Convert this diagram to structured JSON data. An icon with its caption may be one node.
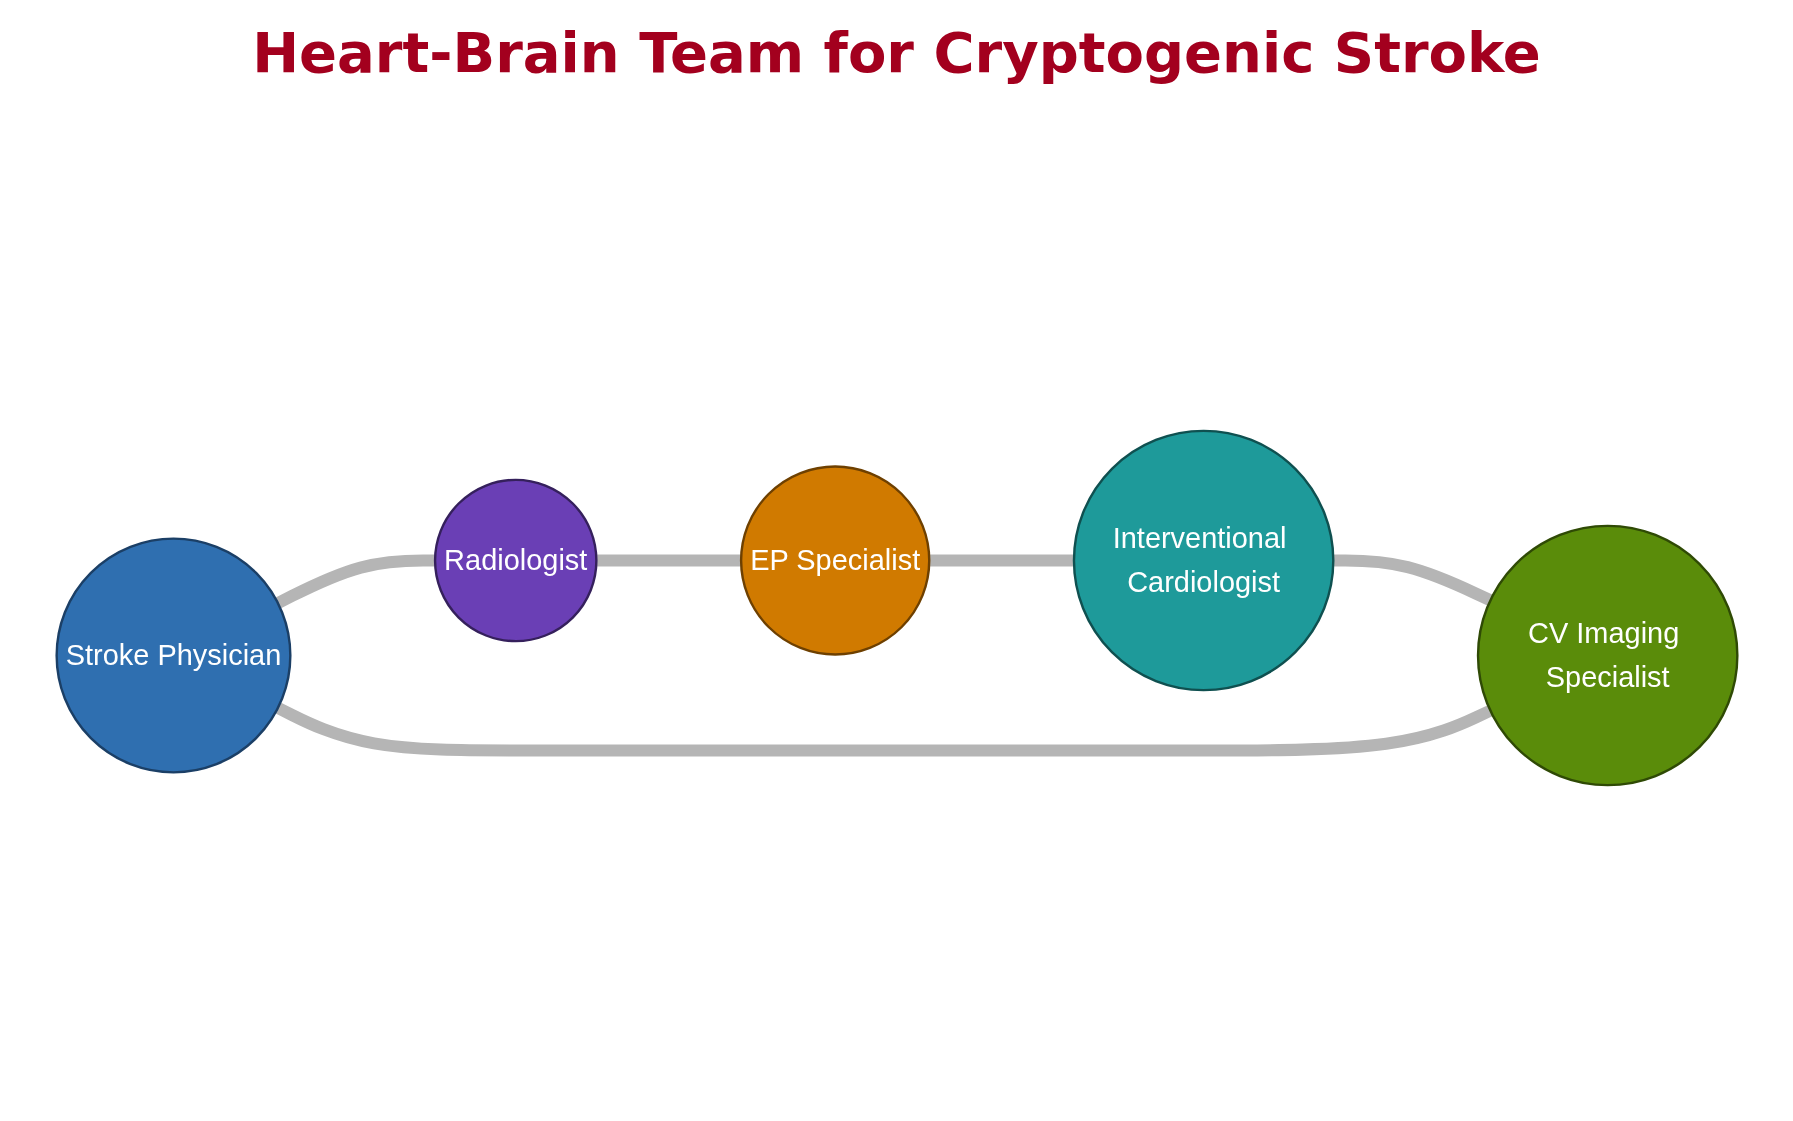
{
  "diagram": {
    "title": "Heart-Brain Team for Cryptogenic Stroke",
    "nodes": [
      {
        "text": [
          "Stroke Physician"
        ]
      },
      {
        "text": [
          "Radiologist"
        ]
      },
      {
        "text": [
          "CV Imaging Specialist"
        ]
      },
      {
        "text": [
          "EP Specialist"
        ]
      },
      {
        "text": [
          "Interventional Cardiologist"
        ]
      }
    ],
    "edges": [
      {
        "from": 0,
        "to": 1,
        "arrow": "none"
      },
      {
        "from": 1,
        "to": 3,
        "arrow": "none"
      },
      {
        "from": 3,
        "to": 4,
        "arrow": "none"
      },
      {
        "from": 4,
        "to": 2,
        "arrow": "none"
      },
      {
        "from": 2,
        "to": 0,
        "arrow": "none"
      }
    ]
  }
}
